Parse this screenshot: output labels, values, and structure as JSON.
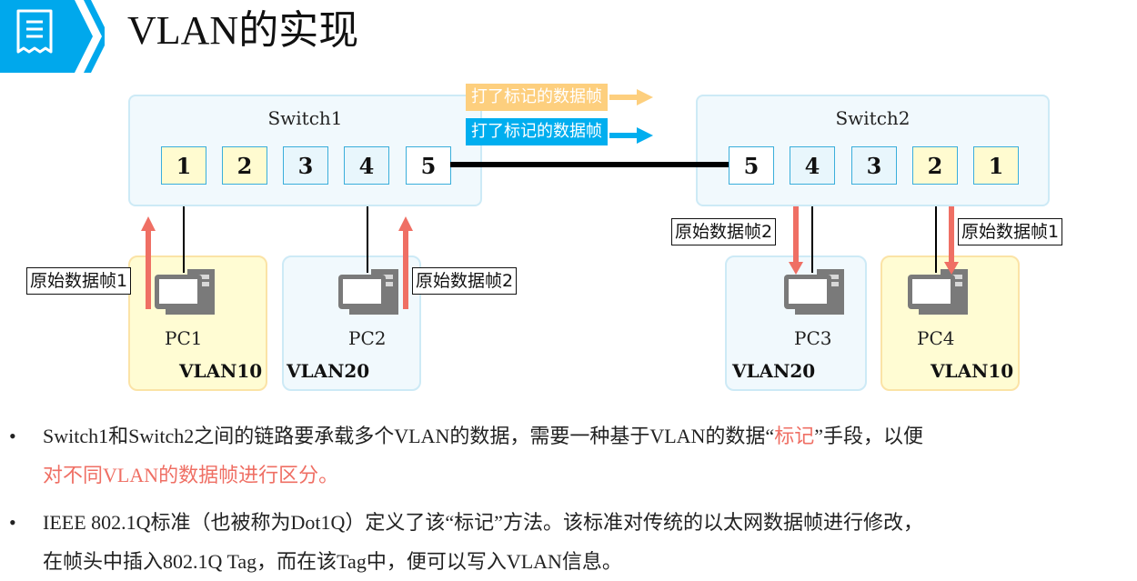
{
  "header": {
    "icon": "document-list-icon",
    "title": "VLAN的实现",
    "accent_color": "#00a8ec"
  },
  "diagram": {
    "switch1": {
      "label": "Switch1",
      "ports": [
        {
          "number": "1",
          "vlan": "VLAN10"
        },
        {
          "number": "2",
          "vlan": "VLAN10"
        },
        {
          "number": "3",
          "vlan": "VLAN20"
        },
        {
          "number": "4",
          "vlan": "VLAN20"
        },
        {
          "number": "5",
          "vlan": "trunk"
        }
      ]
    },
    "switch2": {
      "label": "Switch2",
      "ports": [
        {
          "number": "5",
          "vlan": "trunk"
        },
        {
          "number": "4",
          "vlan": "VLAN20"
        },
        {
          "number": "3",
          "vlan": "VLAN20"
        },
        {
          "number": "2",
          "vlan": "VLAN10"
        },
        {
          "number": "1",
          "vlan": "VLAN10"
        }
      ]
    },
    "tagged_frames": [
      {
        "label": "打了标记的数据帧",
        "color": "#fdcf7e"
      },
      {
        "label": "打了标记的数据帧",
        "color": "#00aeef"
      }
    ],
    "hosts": [
      {
        "name": "PC1",
        "vlan": "VLAN10",
        "frame_label": "原始数据帧1",
        "direction": "up"
      },
      {
        "name": "PC2",
        "vlan": "VLAN20",
        "frame_label": "原始数据帧2",
        "direction": "up"
      },
      {
        "name": "PC3",
        "vlan": "VLAN20",
        "frame_label": "原始数据帧2",
        "direction": "down"
      },
      {
        "name": "PC4",
        "vlan": "VLAN10",
        "frame_label": "原始数据帧1",
        "direction": "down"
      }
    ],
    "colors": {
      "vlan10": "#fffcd3",
      "vlan20": "#f1f9fd",
      "frame_arrow": "#ef6f64"
    }
  },
  "bullets": [
    {
      "marker": "•",
      "line1": "Switch1和Switch2之间的链路要承载多个VLAN的数据，需要一种基于VLAN的数据“",
      "line1_highlight": "标记",
      "line1_tail": "”手段，以便",
      "line2_highlight": "对不同VLAN的数据帧进行区分。"
    },
    {
      "marker": "•",
      "line1": "IEEE 802.1Q标准（也被称为Dot1Q）定义了该“标记”方法。该标准对传统的以太网数据帧进行修改，",
      "line2": "在帧头中插入802.1Q Tag，而在该Tag中，便可以写入VLAN信息。"
    }
  ]
}
